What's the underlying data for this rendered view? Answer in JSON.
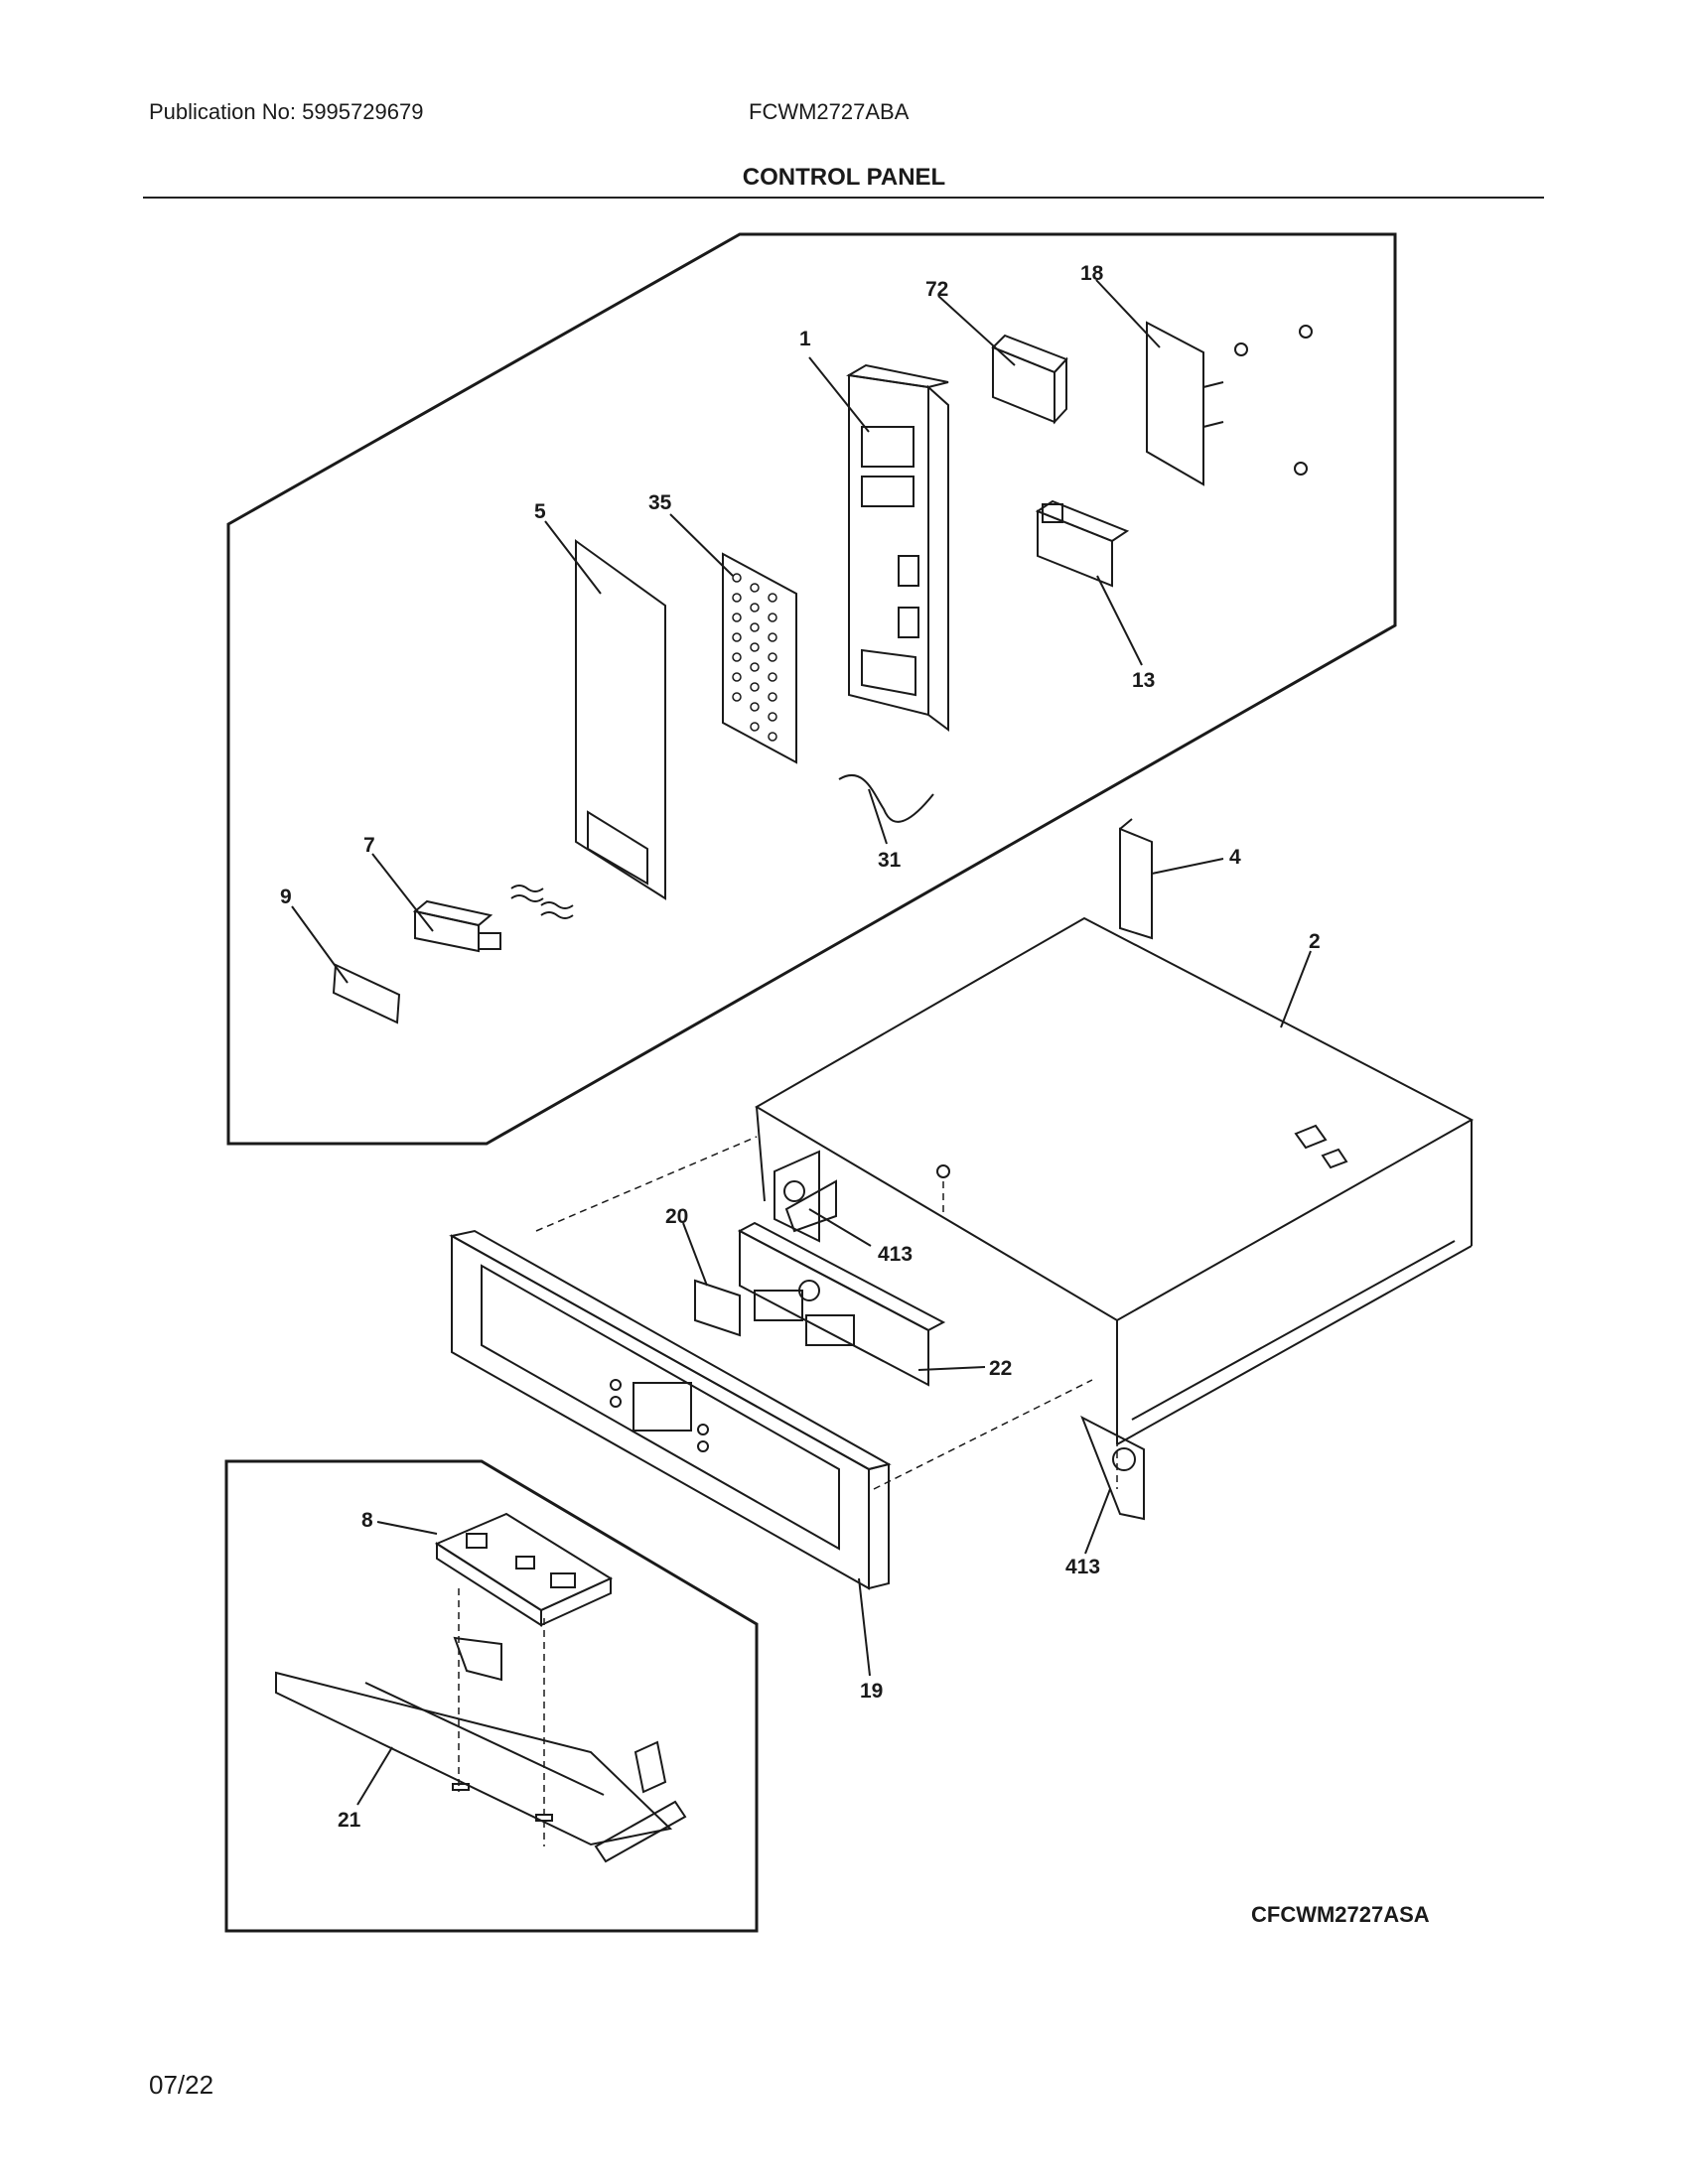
{
  "header": {
    "publication": "Publication No: 5995729679",
    "model": "FCWM2727ABA",
    "title": "CONTROL PANEL"
  },
  "callouts": [
    {
      "key": "c1",
      "label": "1"
    },
    {
      "key": "c2",
      "label": "2"
    },
    {
      "key": "c4",
      "label": "4"
    },
    {
      "key": "c5",
      "label": "5"
    },
    {
      "key": "c7",
      "label": "7"
    },
    {
      "key": "c8",
      "label": "8"
    },
    {
      "key": "c9",
      "label": "9"
    },
    {
      "key": "c13",
      "label": "13"
    },
    {
      "key": "c18",
      "label": "18"
    },
    {
      "key": "c19",
      "label": "19"
    },
    {
      "key": "c20",
      "label": "20"
    },
    {
      "key": "c21",
      "label": "21"
    },
    {
      "key": "c22",
      "label": "22"
    },
    {
      "key": "c31",
      "label": "31"
    },
    {
      "key": "c35",
      "label": "35"
    },
    {
      "key": "c72",
      "label": "72"
    },
    {
      "key": "c413a",
      "label": "413"
    },
    {
      "key": "c413b",
      "label": "413"
    }
  ],
  "footer": {
    "diagram_ref": "CFCWM2727ASA",
    "date": "07/22"
  }
}
